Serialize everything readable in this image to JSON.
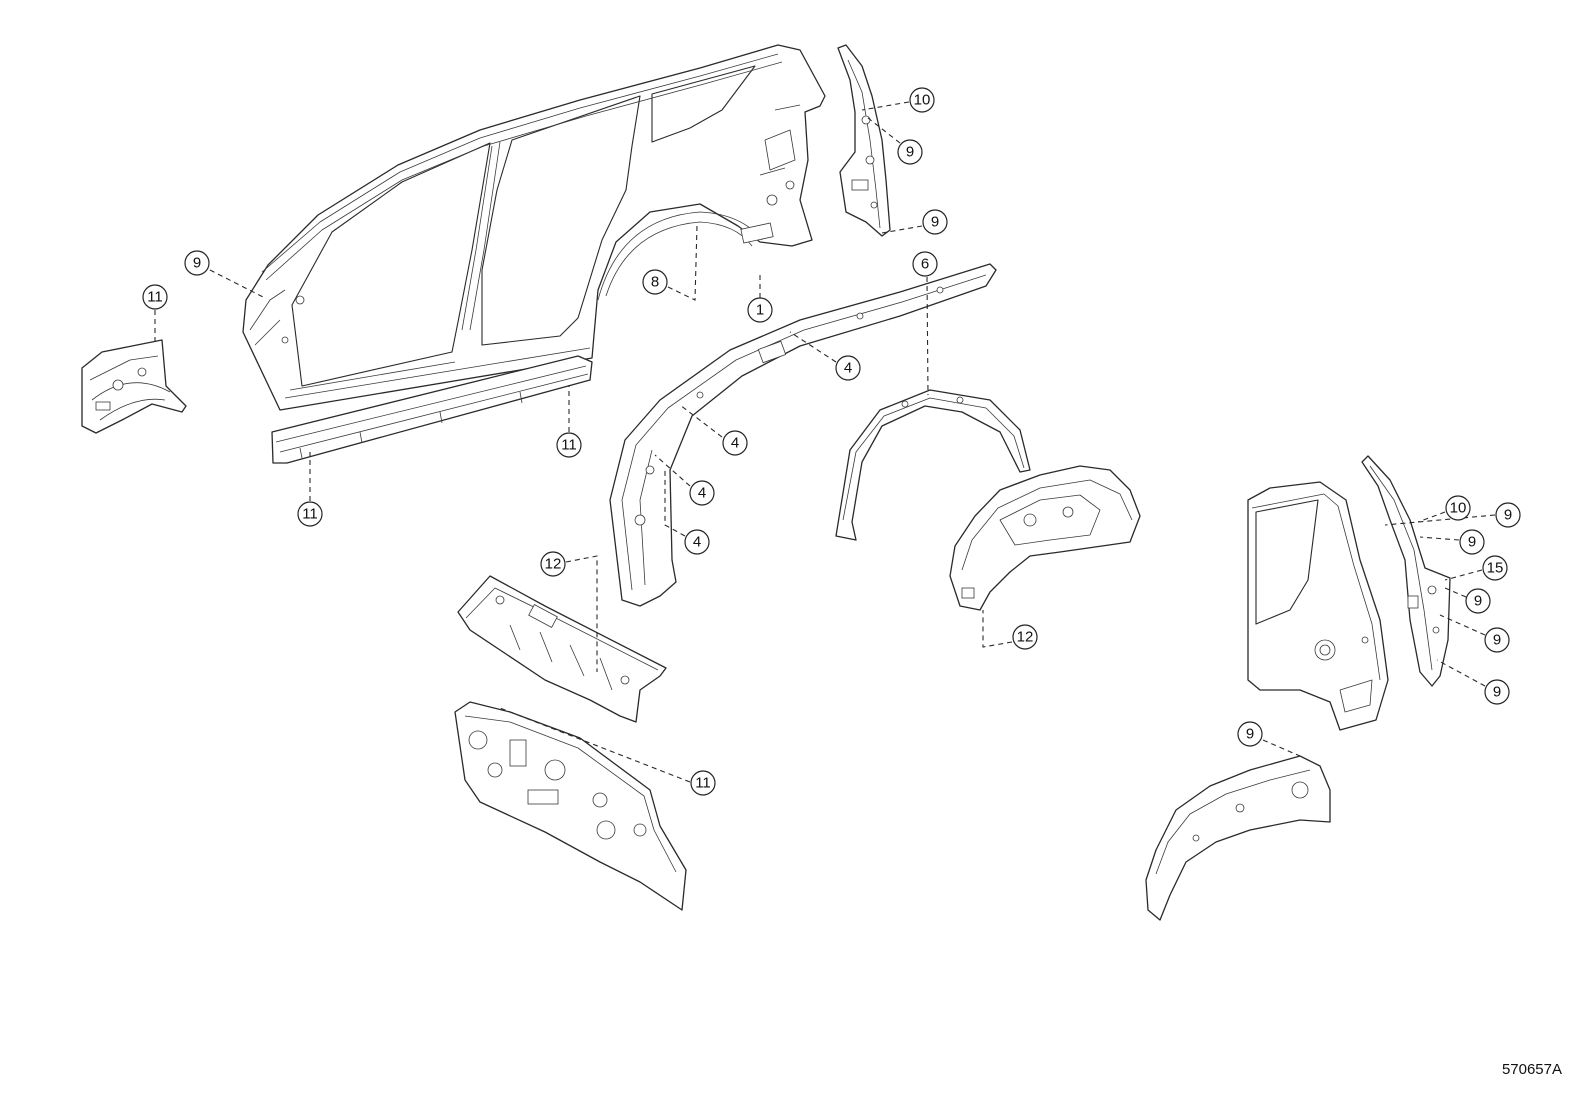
{
  "callouts": [
    "9",
    "11",
    "8",
    "1",
    "10",
    "9",
    "9",
    "4",
    "4",
    "4",
    "4",
    "6",
    "11",
    "11",
    "12",
    "12",
    "11",
    "10",
    "9",
    "9",
    "15",
    "9",
    "9",
    "9",
    "9"
  ],
  "figure_id": "570657A"
}
